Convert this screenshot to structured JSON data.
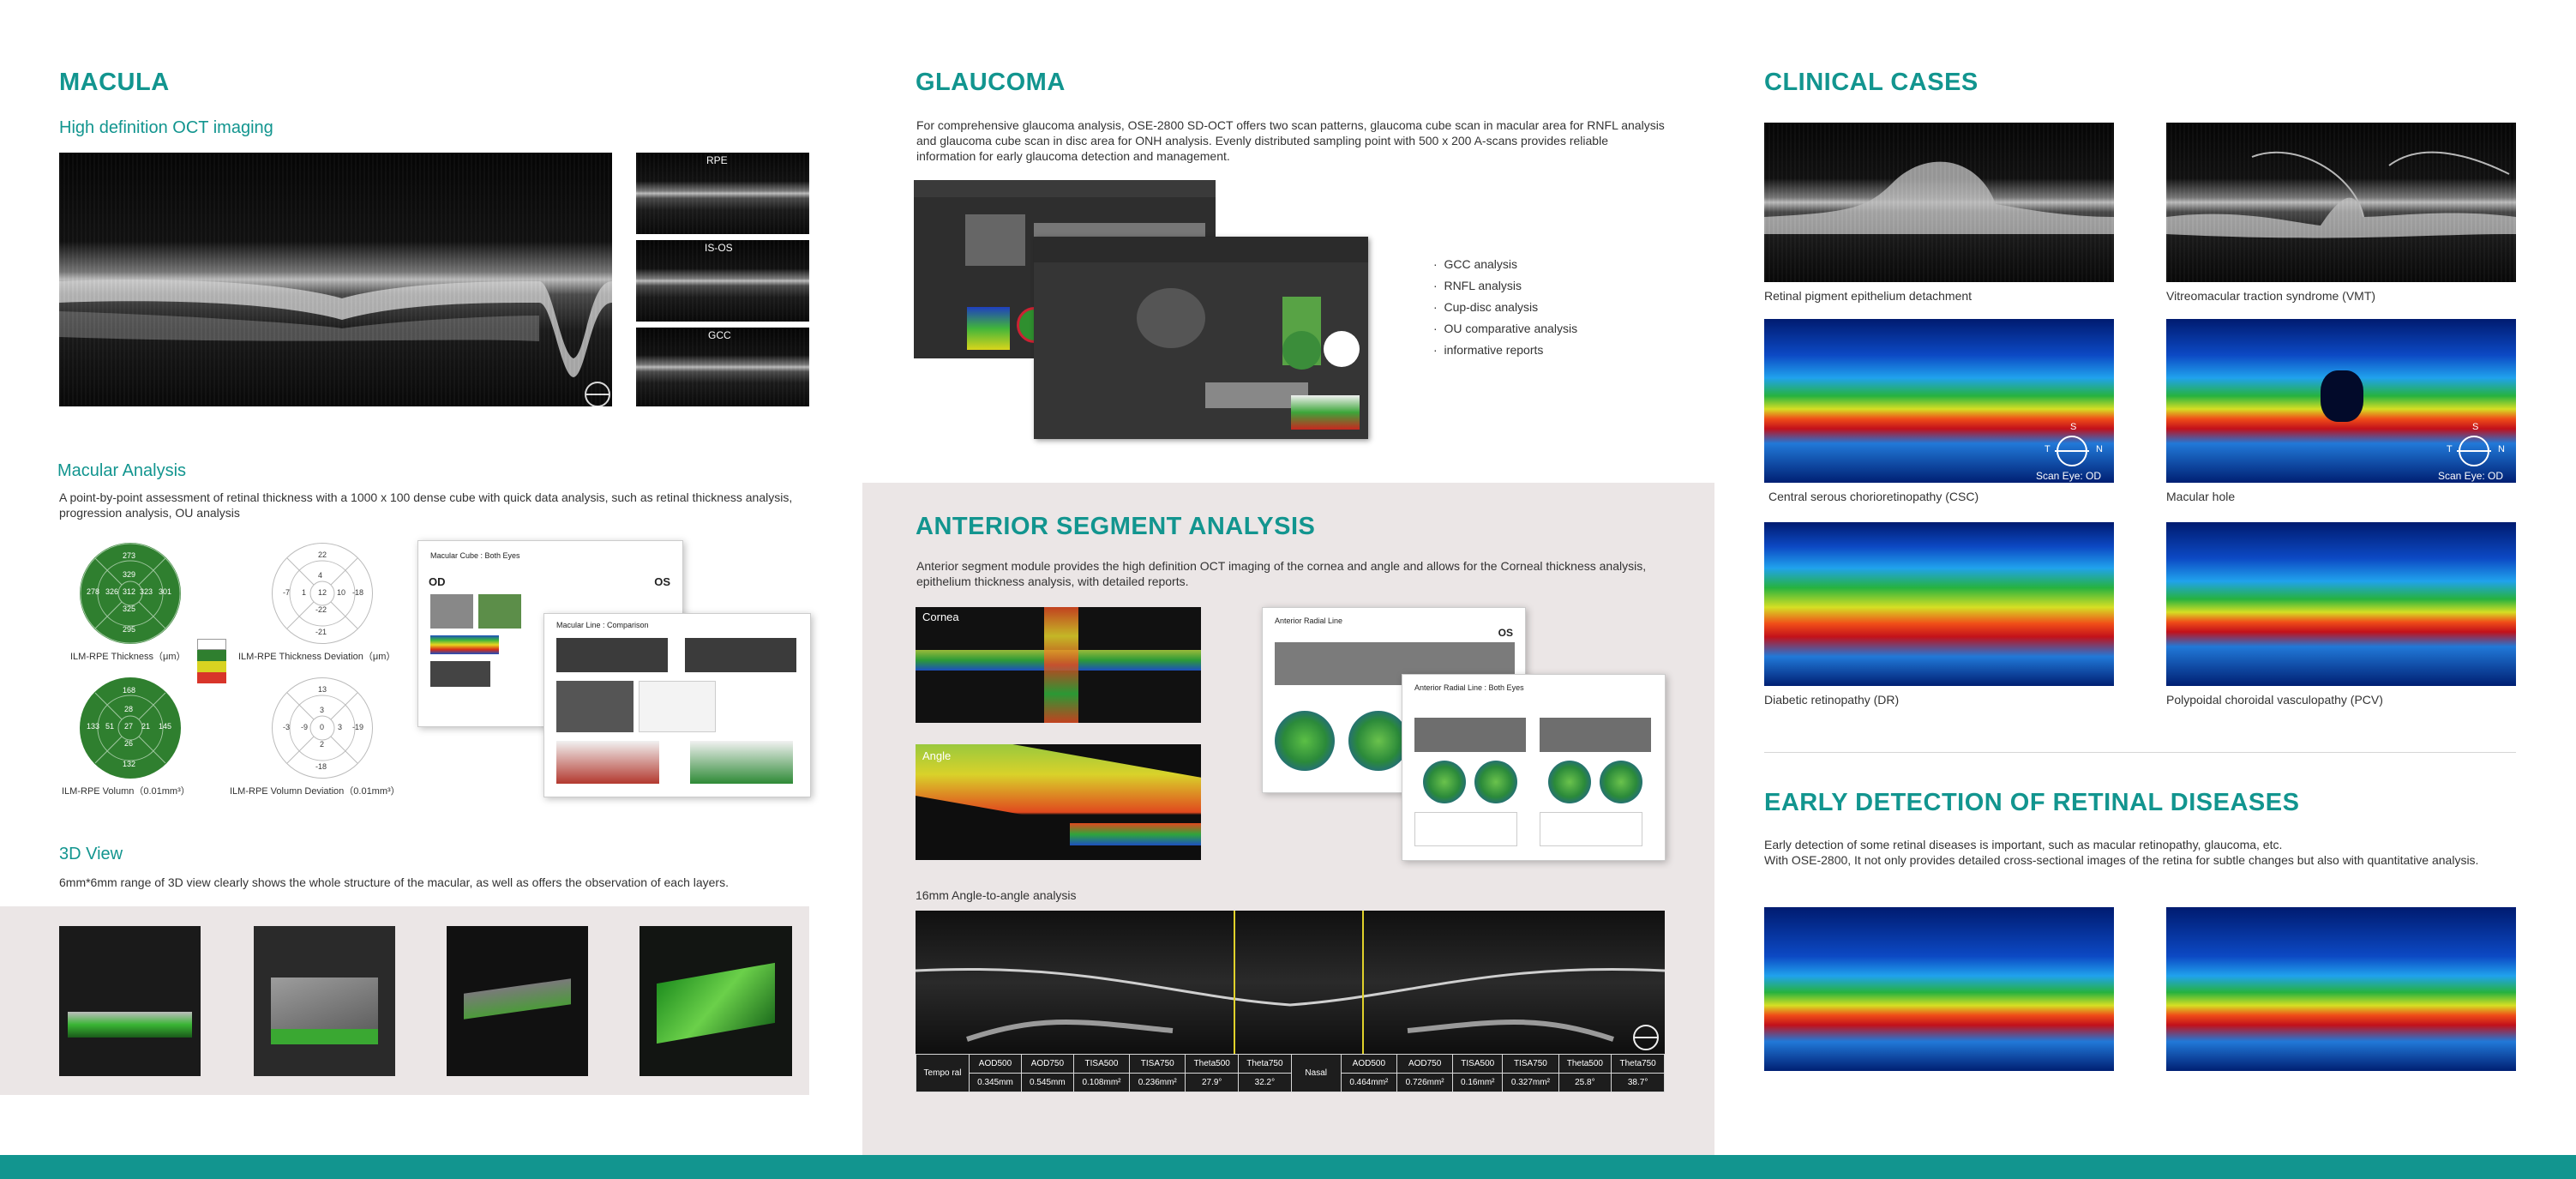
{
  "macula": {
    "title": "MACULA",
    "subtitle": "High definition OCT imaging",
    "thumb_labels": [
      "RPE",
      "IS-OS",
      "GCC"
    ],
    "analysis_title": "Macular Analysis",
    "analysis_text": "A point-by-point assessment of retinal thickness with a 1000 x 100 dense cube with quick data analysis, such as retinal thickness analysis, progression analysis, OU analysis",
    "map_labels": [
      "ILM-RPE Thickness（μm）",
      "ILM-RPE Thickness Deviation（μm）",
      "ILM-RPE Volumn（0.01mm³）",
      "ILM-RPE Volumn Deviation（0.01mm³）"
    ],
    "thickness_values": [
      "312",
      "329",
      "326",
      "323",
      "325",
      "273",
      "278",
      "301",
      "295"
    ],
    "deviation_values": [
      "22",
      "-7",
      "1",
      "12",
      "10",
      "-22",
      "-18",
      "-21",
      "4"
    ],
    "volume_values": [
      "168",
      "51",
      "27",
      "21",
      "26",
      "133",
      "145",
      "132",
      "28"
    ],
    "volume_dev_values": [
      "13",
      "-3",
      "0",
      "3",
      "2",
      "-18",
      "-9",
      "-19",
      "3"
    ],
    "report1_title": "Macular Cube : Both Eyes",
    "report2_title": "Macular Line : Comparison",
    "report_od": "OD",
    "report_os": "OS",
    "view3d_title": "3D View",
    "view3d_text": "6mm*6mm range of 3D view clearly shows the whole structure of the macular, as well as offers the observation of each layers."
  },
  "glaucoma": {
    "title": "GLAUCOMA",
    "text": "For comprehensive glaucoma analysis, OSE-2800 SD-OCT offers two scan patterns, glaucoma cube scan in macular area for RNFL analysis and glaucoma cube scan in disc area for ONH analysis. Evenly distributed sampling point with 500 x 200 A-scans provides reliable information for early glaucoma detection and management.",
    "bullets": [
      "GCC analysis",
      "RNFL analysis",
      "Cup-disc analysis",
      "OU comparative analysis",
      "informative reports"
    ]
  },
  "anterior": {
    "title": "ANTERIOR SEGMENT ANALYSIS",
    "text": "Anterior segment module provides the high definition OCT imaging of the cornea and angle and allows for the Corneal thickness analysis, epithelium thickness analysis, with detailed reports.",
    "cornea_label": "Cornea",
    "angle_label": "Angle",
    "report1_title": "Anterior Radial Line",
    "report2_title": "Anterior Radial Line : Both Eyes",
    "report_os": "OS",
    "angle_caption": "16mm Angle-to-angle analysis",
    "table_headers": [
      "AOD500",
      "AOD750",
      "TISA500",
      "TISA750",
      "Theta500",
      "Theta750"
    ],
    "temporal_label": "Tempo ral",
    "temporal_values": [
      "0.345mm",
      "0.545mm",
      "0.108mm²",
      "0.236mm²",
      "27.9°",
      "32.2°"
    ],
    "nasal_label": "Nasal",
    "nasal_values": [
      "0.464mm²",
      "0.726mm²",
      "0.16mm²",
      "0.327mm²",
      "25.8°",
      "38.7°"
    ]
  },
  "clinical": {
    "title": "CLINICAL CASES",
    "cases": [
      "Retinal pigment epithelium detachment",
      "Vitreomacular traction syndrome (VMT)",
      "Central serous chorioretinopathy (CSC)",
      "Macular hole",
      "Diabetic retinopathy (DR)",
      "Polypoidal choroidal vasculopathy (PCV)"
    ],
    "scan_eye": "Scan Eye: OD",
    "compass": {
      "s": "S",
      "t": "T",
      "n": "N"
    }
  },
  "early": {
    "title": "EARLY DETECTION OF RETINAL DISEASES",
    "text1": "Early detection of some retinal diseases is important, such as macular retinopathy, glaucoma, etc.",
    "text2": "With OSE-2800, It not only provides detailed cross-sectional images of the retina for subtle changes but also with quantitative analysis."
  },
  "colors": {
    "accent": "#12958f",
    "panel_bg": "#ebe6e6",
    "map_green": "#2f7f2f"
  }
}
